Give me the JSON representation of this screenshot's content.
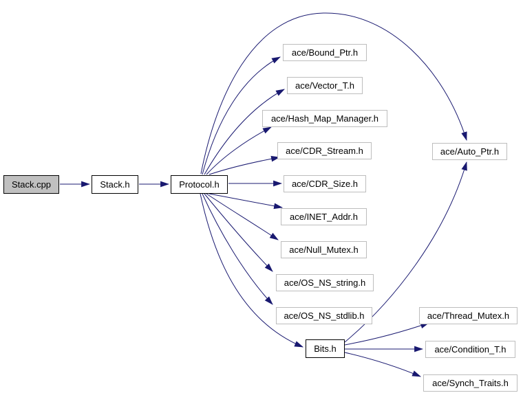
{
  "colors": {
    "background": "#ffffff",
    "edge": "#191970",
    "node_fill": "#ffffff",
    "node_border": "#bdbdbd",
    "internal_border": "#000000",
    "main_fill": "#c0c0c0"
  },
  "nodes": [
    {
      "id": "stack-cpp",
      "label": "Stack.cpp",
      "type": "main"
    },
    {
      "id": "stack-h",
      "label": "Stack.h",
      "type": "internal"
    },
    {
      "id": "protocol-h",
      "label": "Protocol.h",
      "type": "internal"
    },
    {
      "id": "bound-ptr",
      "label": "ace/Bound_Ptr.h",
      "type": "external"
    },
    {
      "id": "vector-t",
      "label": "ace/Vector_T.h",
      "type": "external"
    },
    {
      "id": "hash-map-manager",
      "label": "ace/Hash_Map_Manager.h",
      "type": "external"
    },
    {
      "id": "cdr-stream",
      "label": "ace/CDR_Stream.h",
      "type": "external"
    },
    {
      "id": "cdr-size",
      "label": "ace/CDR_Size.h",
      "type": "external"
    },
    {
      "id": "inet-addr",
      "label": "ace/INET_Addr.h",
      "type": "external"
    },
    {
      "id": "null-mutex",
      "label": "ace/Null_Mutex.h",
      "type": "external"
    },
    {
      "id": "os-ns-string",
      "label": "ace/OS_NS_string.h",
      "type": "external"
    },
    {
      "id": "os-ns-stdlib",
      "label": "ace/OS_NS_stdlib.h",
      "type": "external"
    },
    {
      "id": "auto-ptr",
      "label": "ace/Auto_Ptr.h",
      "type": "external"
    },
    {
      "id": "bits-h",
      "label": "Bits.h",
      "type": "internal"
    },
    {
      "id": "thread-mutex",
      "label": "ace/Thread_Mutex.h",
      "type": "external"
    },
    {
      "id": "condition-t",
      "label": "ace/Condition_T.h",
      "type": "external"
    },
    {
      "id": "synch-traits",
      "label": "ace/Synch_Traits.h",
      "type": "external"
    }
  ],
  "edges": [
    {
      "from": "Stack.cpp",
      "to": "Stack.h"
    },
    {
      "from": "Stack.h",
      "to": "Protocol.h"
    },
    {
      "from": "Protocol.h",
      "to": "ace/Bound_Ptr.h"
    },
    {
      "from": "Protocol.h",
      "to": "ace/Vector_T.h"
    },
    {
      "from": "Protocol.h",
      "to": "ace/Hash_Map_Manager.h"
    },
    {
      "from": "Protocol.h",
      "to": "ace/CDR_Stream.h"
    },
    {
      "from": "Protocol.h",
      "to": "ace/CDR_Size.h"
    },
    {
      "from": "Protocol.h",
      "to": "ace/INET_Addr.h"
    },
    {
      "from": "Protocol.h",
      "to": "ace/Null_Mutex.h"
    },
    {
      "from": "Protocol.h",
      "to": "ace/OS_NS_string.h"
    },
    {
      "from": "Protocol.h",
      "to": "ace/OS_NS_stdlib.h"
    },
    {
      "from": "Protocol.h",
      "to": "Bits.h"
    },
    {
      "from": "Protocol.h",
      "to": "ace/Auto_Ptr.h"
    },
    {
      "from": "Bits.h",
      "to": "ace/Auto_Ptr.h"
    },
    {
      "from": "Bits.h",
      "to": "ace/Thread_Mutex.h"
    },
    {
      "from": "Bits.h",
      "to": "ace/Condition_T.h"
    },
    {
      "from": "Bits.h",
      "to": "ace/Synch_Traits.h"
    }
  ]
}
